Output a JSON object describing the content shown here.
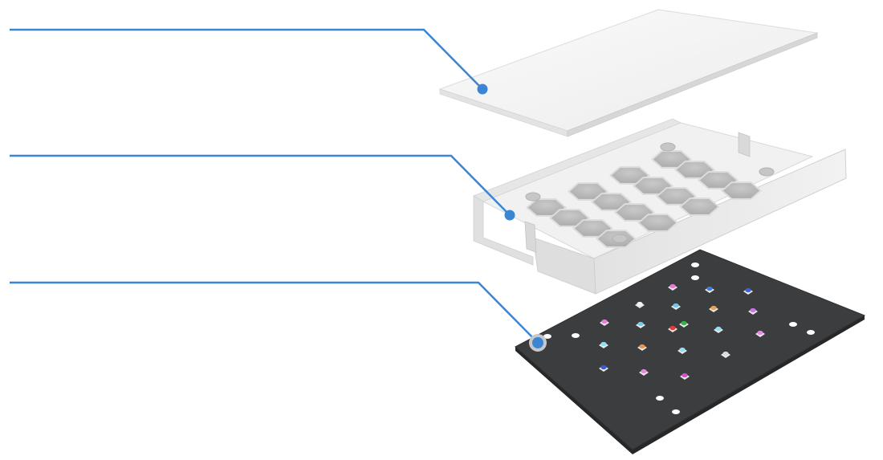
{
  "colors": {
    "background": "#ffffff",
    "callout_line": "#3a86d4",
    "callout_dot": "#3a86d4",
    "diffuser": "#f4f4f4",
    "tray": "#eeeeee",
    "board": "#3c3d3f"
  },
  "parts": [
    {
      "name": "diffuser-plate",
      "label": ""
    },
    {
      "name": "honeycomb-tray",
      "label": ""
    },
    {
      "name": "led-board",
      "label": ""
    }
  ],
  "led_colors": [
    "#e87bd8",
    "#3f7be0",
    "#3f5ee0",
    "#f4f4f4",
    "#72c6ee",
    "#f0a04a",
    "#c978e8",
    "#6fd0ef",
    "#e53b3b",
    "#36b24a",
    "#e77fd8",
    "#f2913f",
    "#8fe0f4",
    "#dcdcdc",
    "#3a5ae0",
    "#e58ae0",
    "#d94ecd"
  ]
}
